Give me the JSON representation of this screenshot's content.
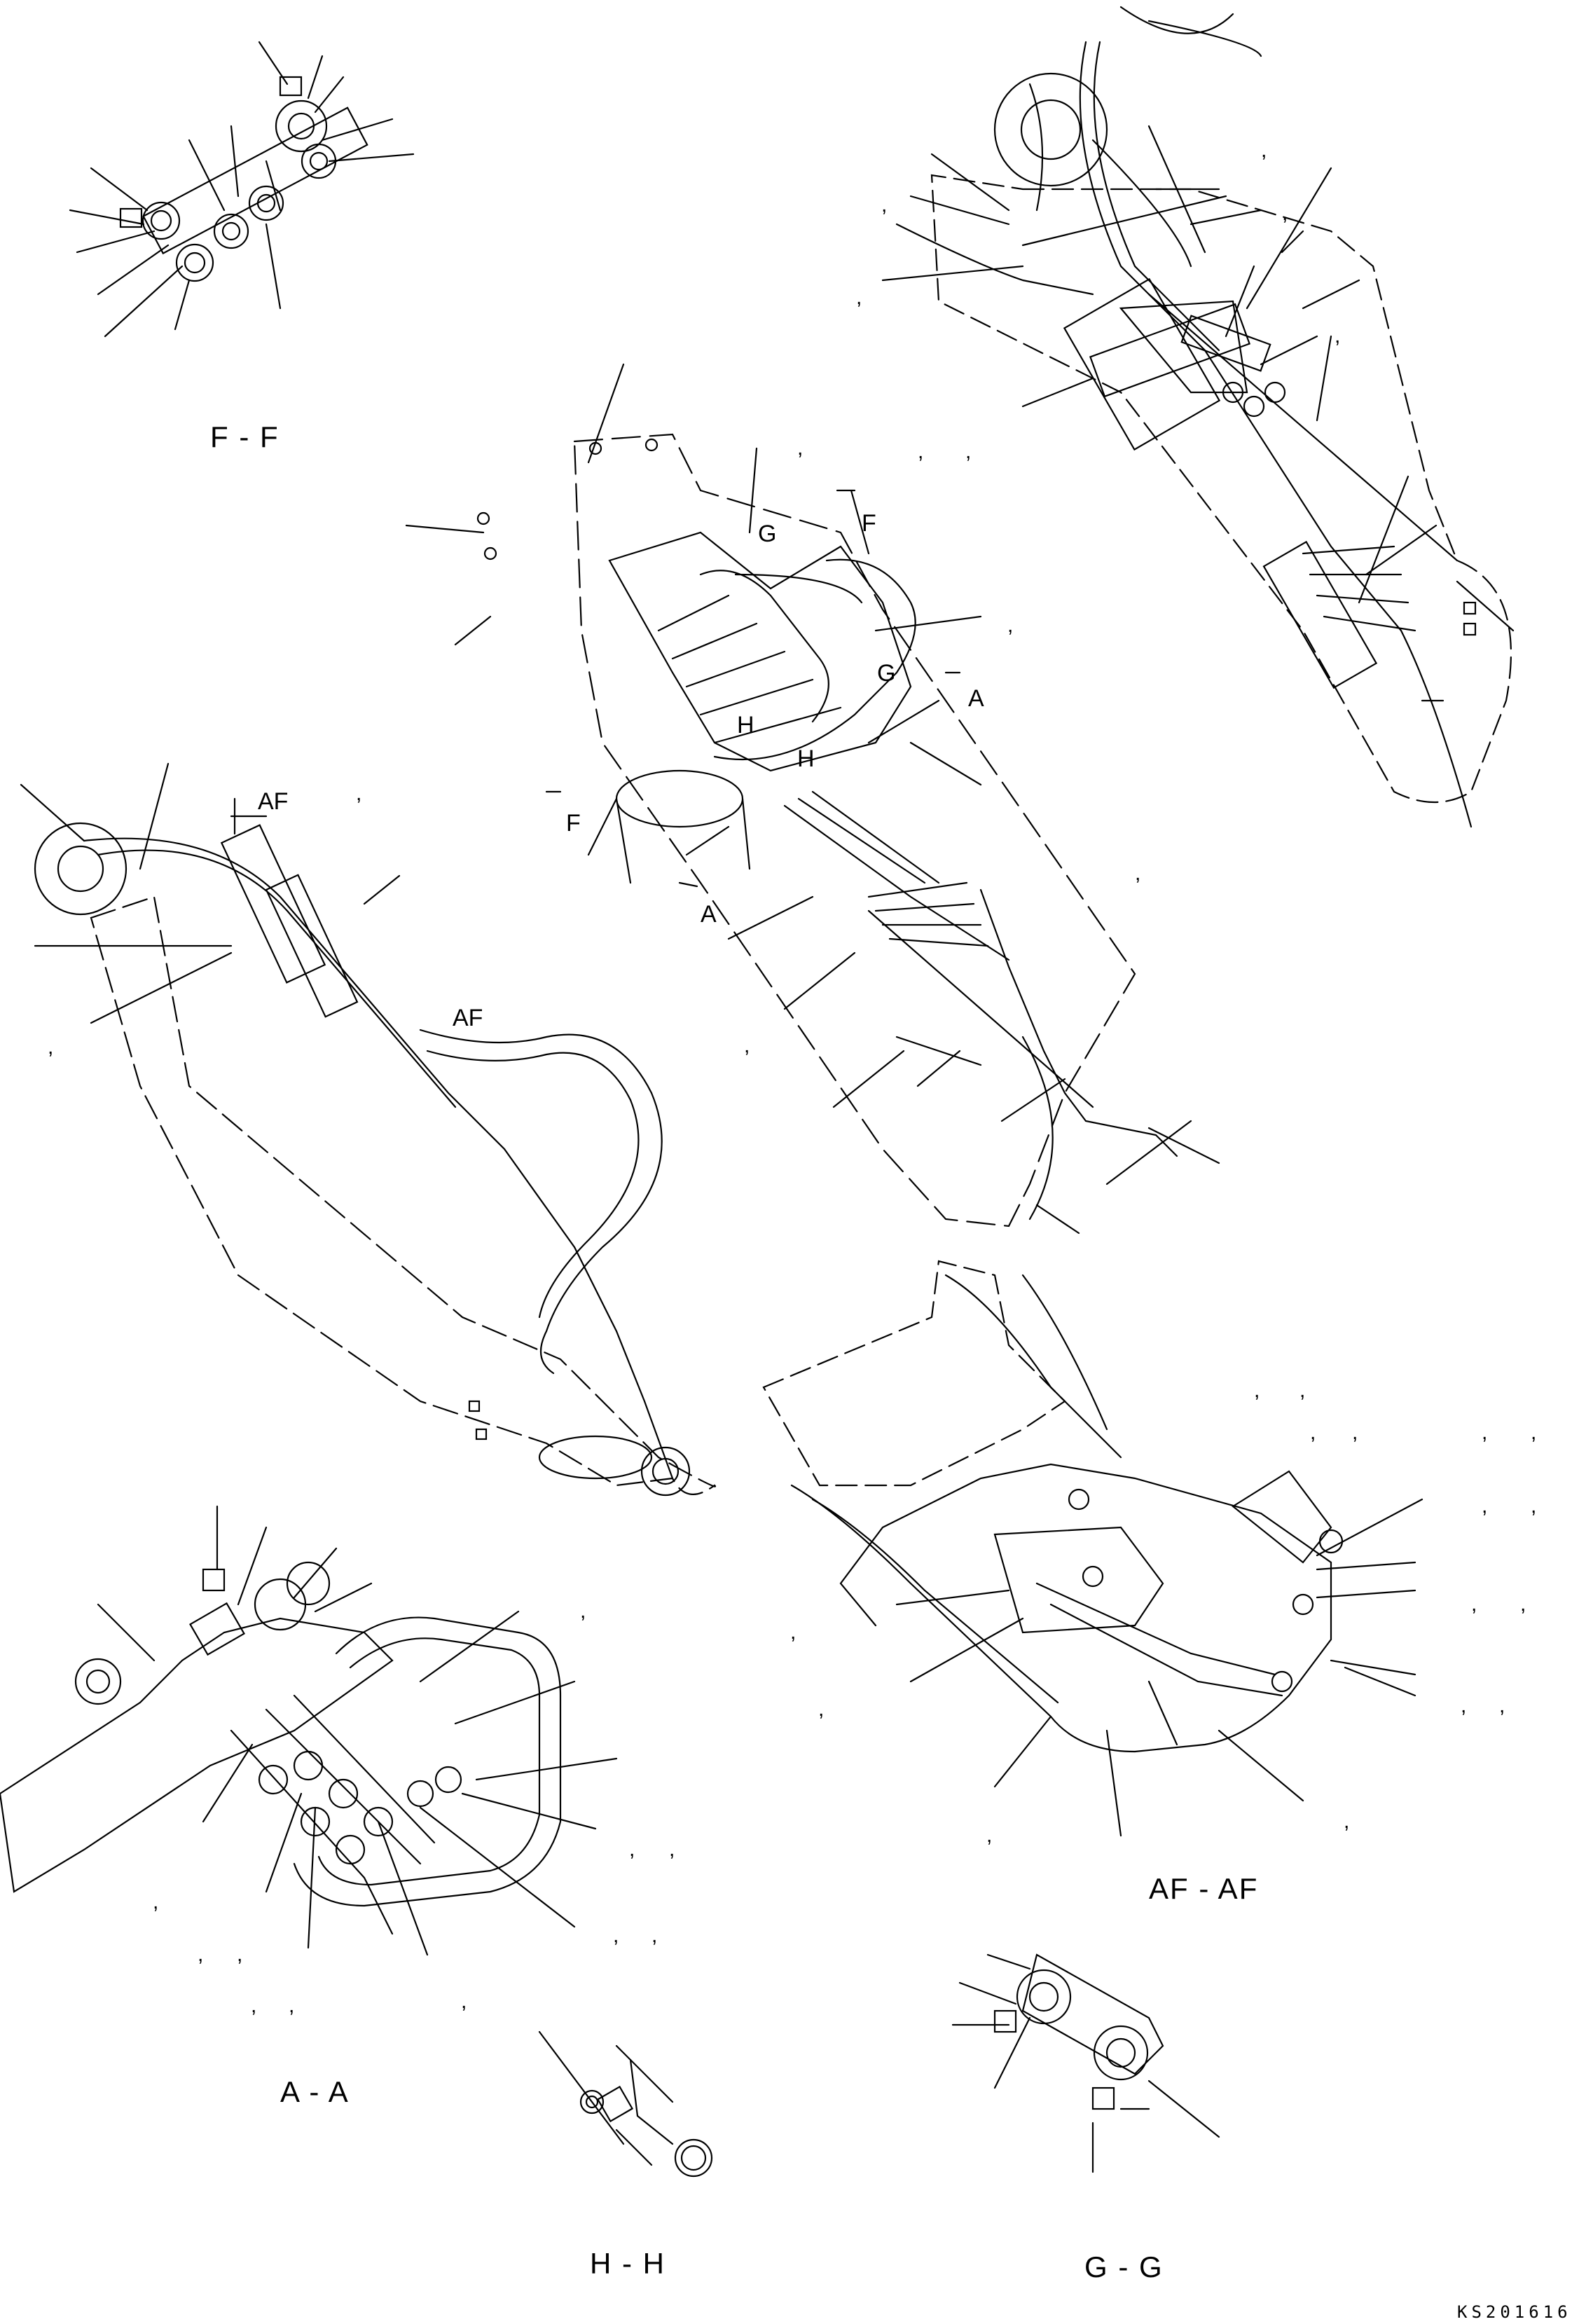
{
  "sections": {
    "ff": "F - F",
    "aa": "A - A",
    "hh": "H - H",
    "gg": "G - G",
    "afaf": "AF - AF"
  },
  "cut_marks": {
    "f": "F",
    "g": "G",
    "a": "A",
    "h": "H",
    "af": "AF"
  },
  "drawing_ref": "KS201616",
  "comma": ","
}
